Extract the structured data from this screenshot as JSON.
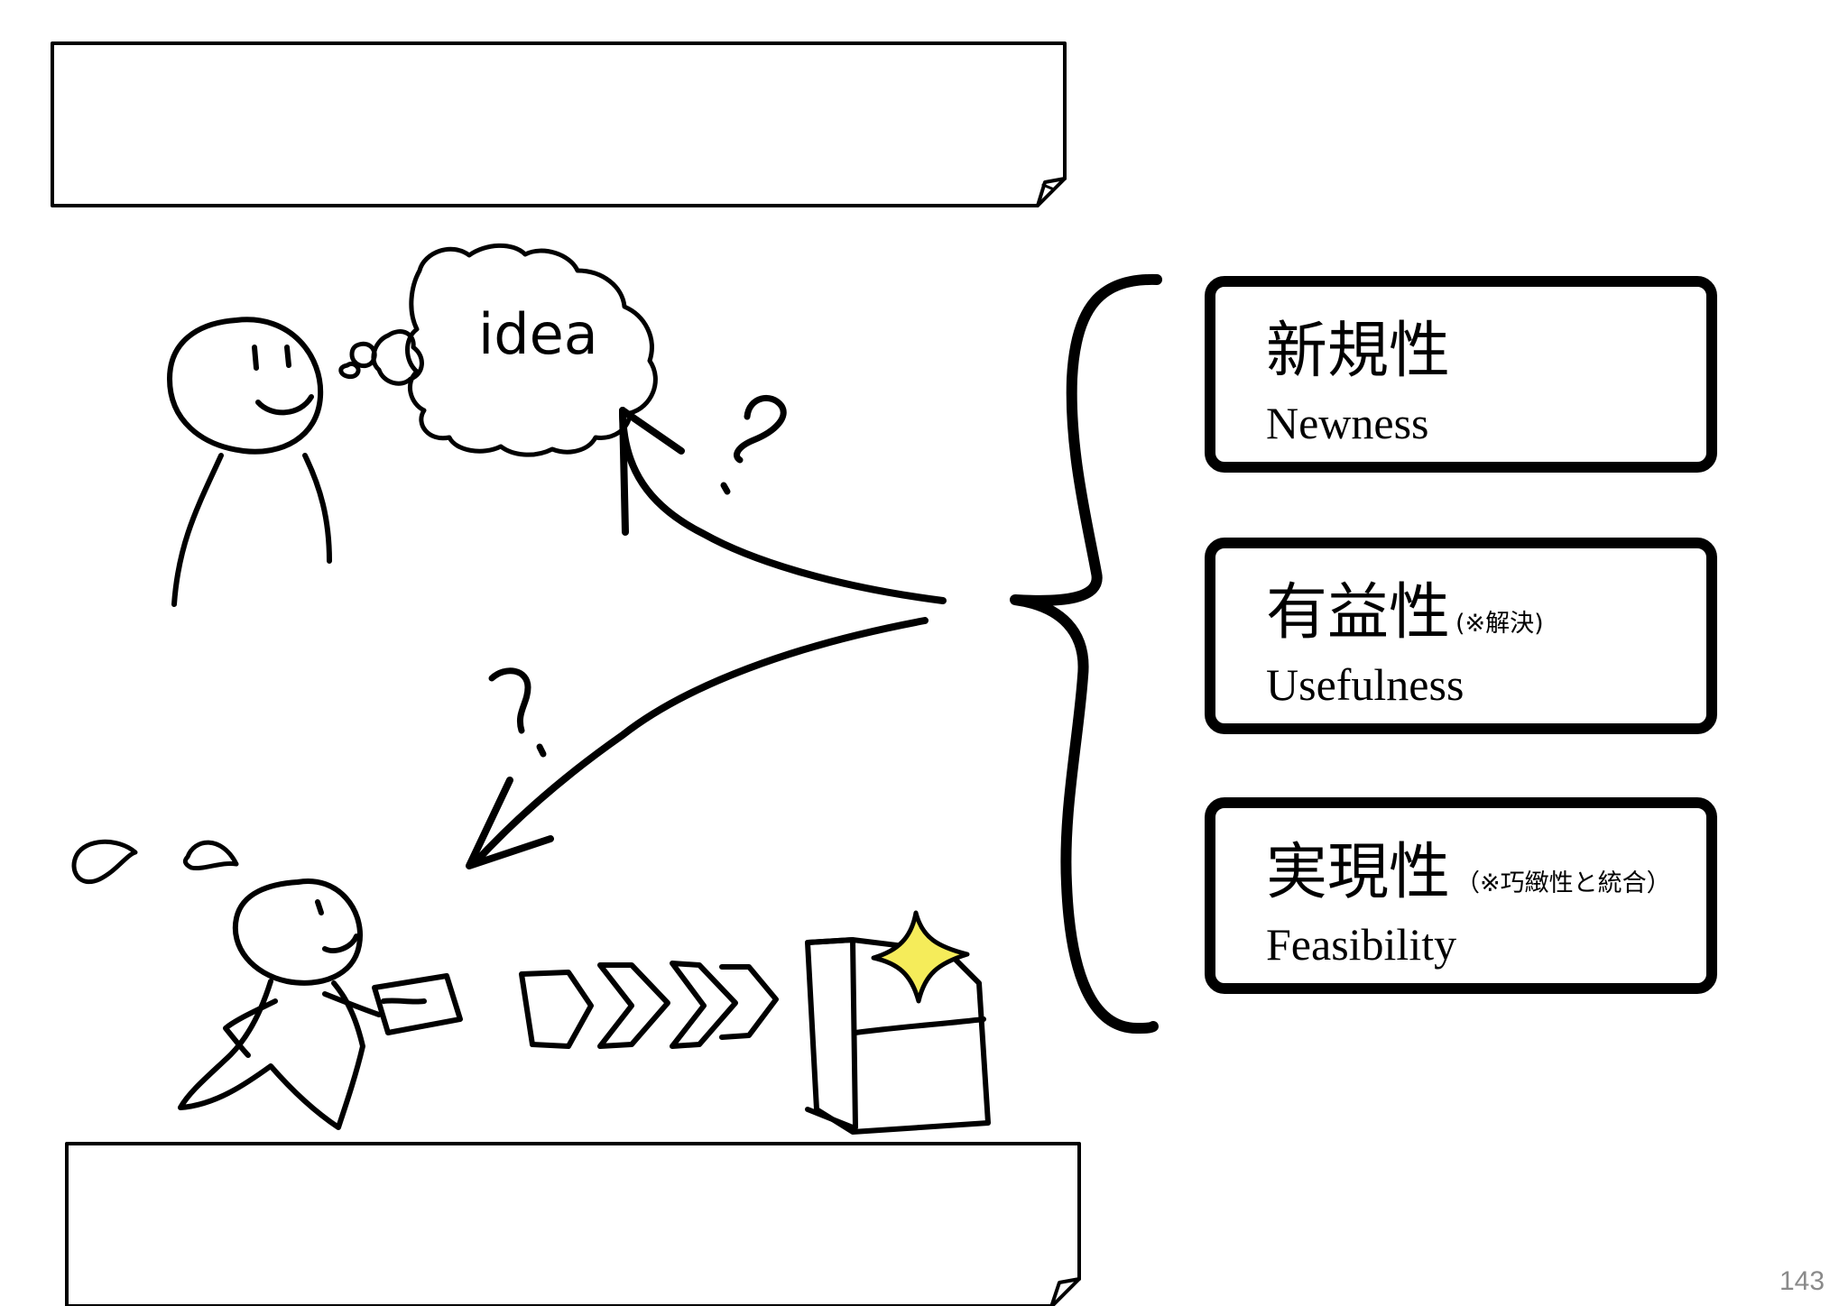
{
  "idea_label": "idea",
  "criteria": [
    {
      "jp": "新規性",
      "note": "",
      "en": "Newness"
    },
    {
      "jp": "有益性",
      "note": "(※解決)",
      "en": "Usefulness"
    },
    {
      "jp": "実現性",
      "note": "（※巧緻性と統合）",
      "en": "Feasibility"
    }
  ],
  "page_number": "143",
  "colors": {
    "ink": "#000000",
    "sparkle": "#f5ec5a",
    "page_number": "#8a8a8a"
  }
}
